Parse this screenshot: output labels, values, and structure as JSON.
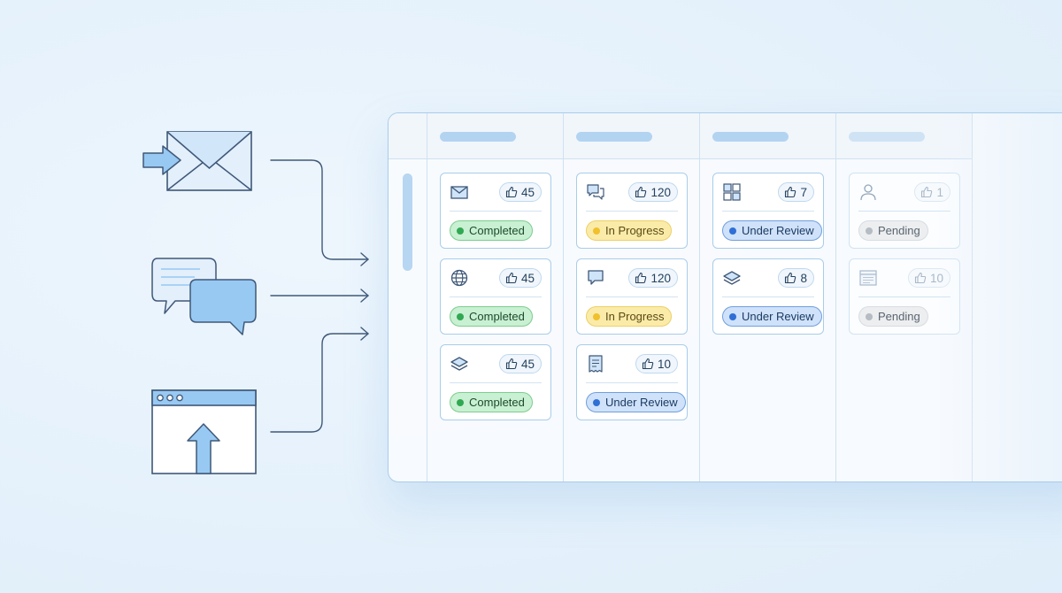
{
  "colors": {
    "outline": "#3f5878",
    "fill_light": "#d9ebfb",
    "fill_mid": "#98c9f3",
    "connector": "#3f5878"
  },
  "sources": [
    {
      "name": "email",
      "icon": "envelope-with-arrow-icon"
    },
    {
      "name": "chat",
      "icon": "chat-bubbles-icon"
    },
    {
      "name": "upload",
      "icon": "browser-upload-icon"
    }
  ],
  "board": {
    "columns": [
      {
        "cards": [
          {
            "icon": "envelope-icon",
            "likes": "45",
            "status": "Completed",
            "status_type": "completed"
          },
          {
            "icon": "globe-icon",
            "likes": "45",
            "status": "Completed",
            "status_type": "completed"
          },
          {
            "icon": "layers-icon",
            "likes": "45",
            "status": "Completed",
            "status_type": "completed"
          }
        ]
      },
      {
        "cards": [
          {
            "icon": "chat-icon",
            "likes": "120",
            "status": "In Progress",
            "status_type": "progress"
          },
          {
            "icon": "speech-bubble-icon",
            "likes": "120",
            "status": "In Progress",
            "status_type": "progress"
          },
          {
            "icon": "receipt-icon",
            "likes": "10",
            "status": "Under Review",
            "status_type": "review"
          }
        ]
      },
      {
        "cards": [
          {
            "icon": "grid-icon",
            "likes": "7",
            "status": "Under Review",
            "status_type": "review"
          },
          {
            "icon": "layers-icon",
            "likes": "8",
            "status": "Under Review",
            "status_type": "review"
          }
        ]
      },
      {
        "faded": true,
        "cards": [
          {
            "icon": "user-icon",
            "likes": "1",
            "status": "Pending",
            "status_type": "pending"
          },
          {
            "icon": "browser-window-icon",
            "likes": "10",
            "status": "Pending",
            "status_type": "pending"
          }
        ]
      }
    ]
  }
}
